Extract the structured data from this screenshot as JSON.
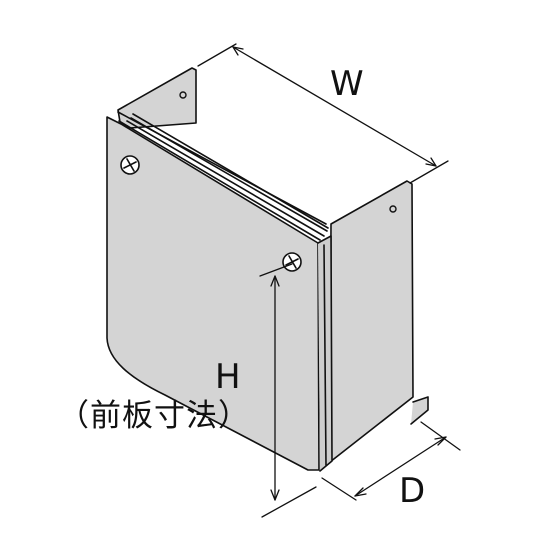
{
  "diagram": {
    "labels": {
      "width": "W",
      "height": "H",
      "height_note": "（前板寸法）",
      "depth": "D"
    },
    "colors": {
      "line": "#111111",
      "face": "#d4d4d4",
      "background": "#ffffff"
    }
  }
}
